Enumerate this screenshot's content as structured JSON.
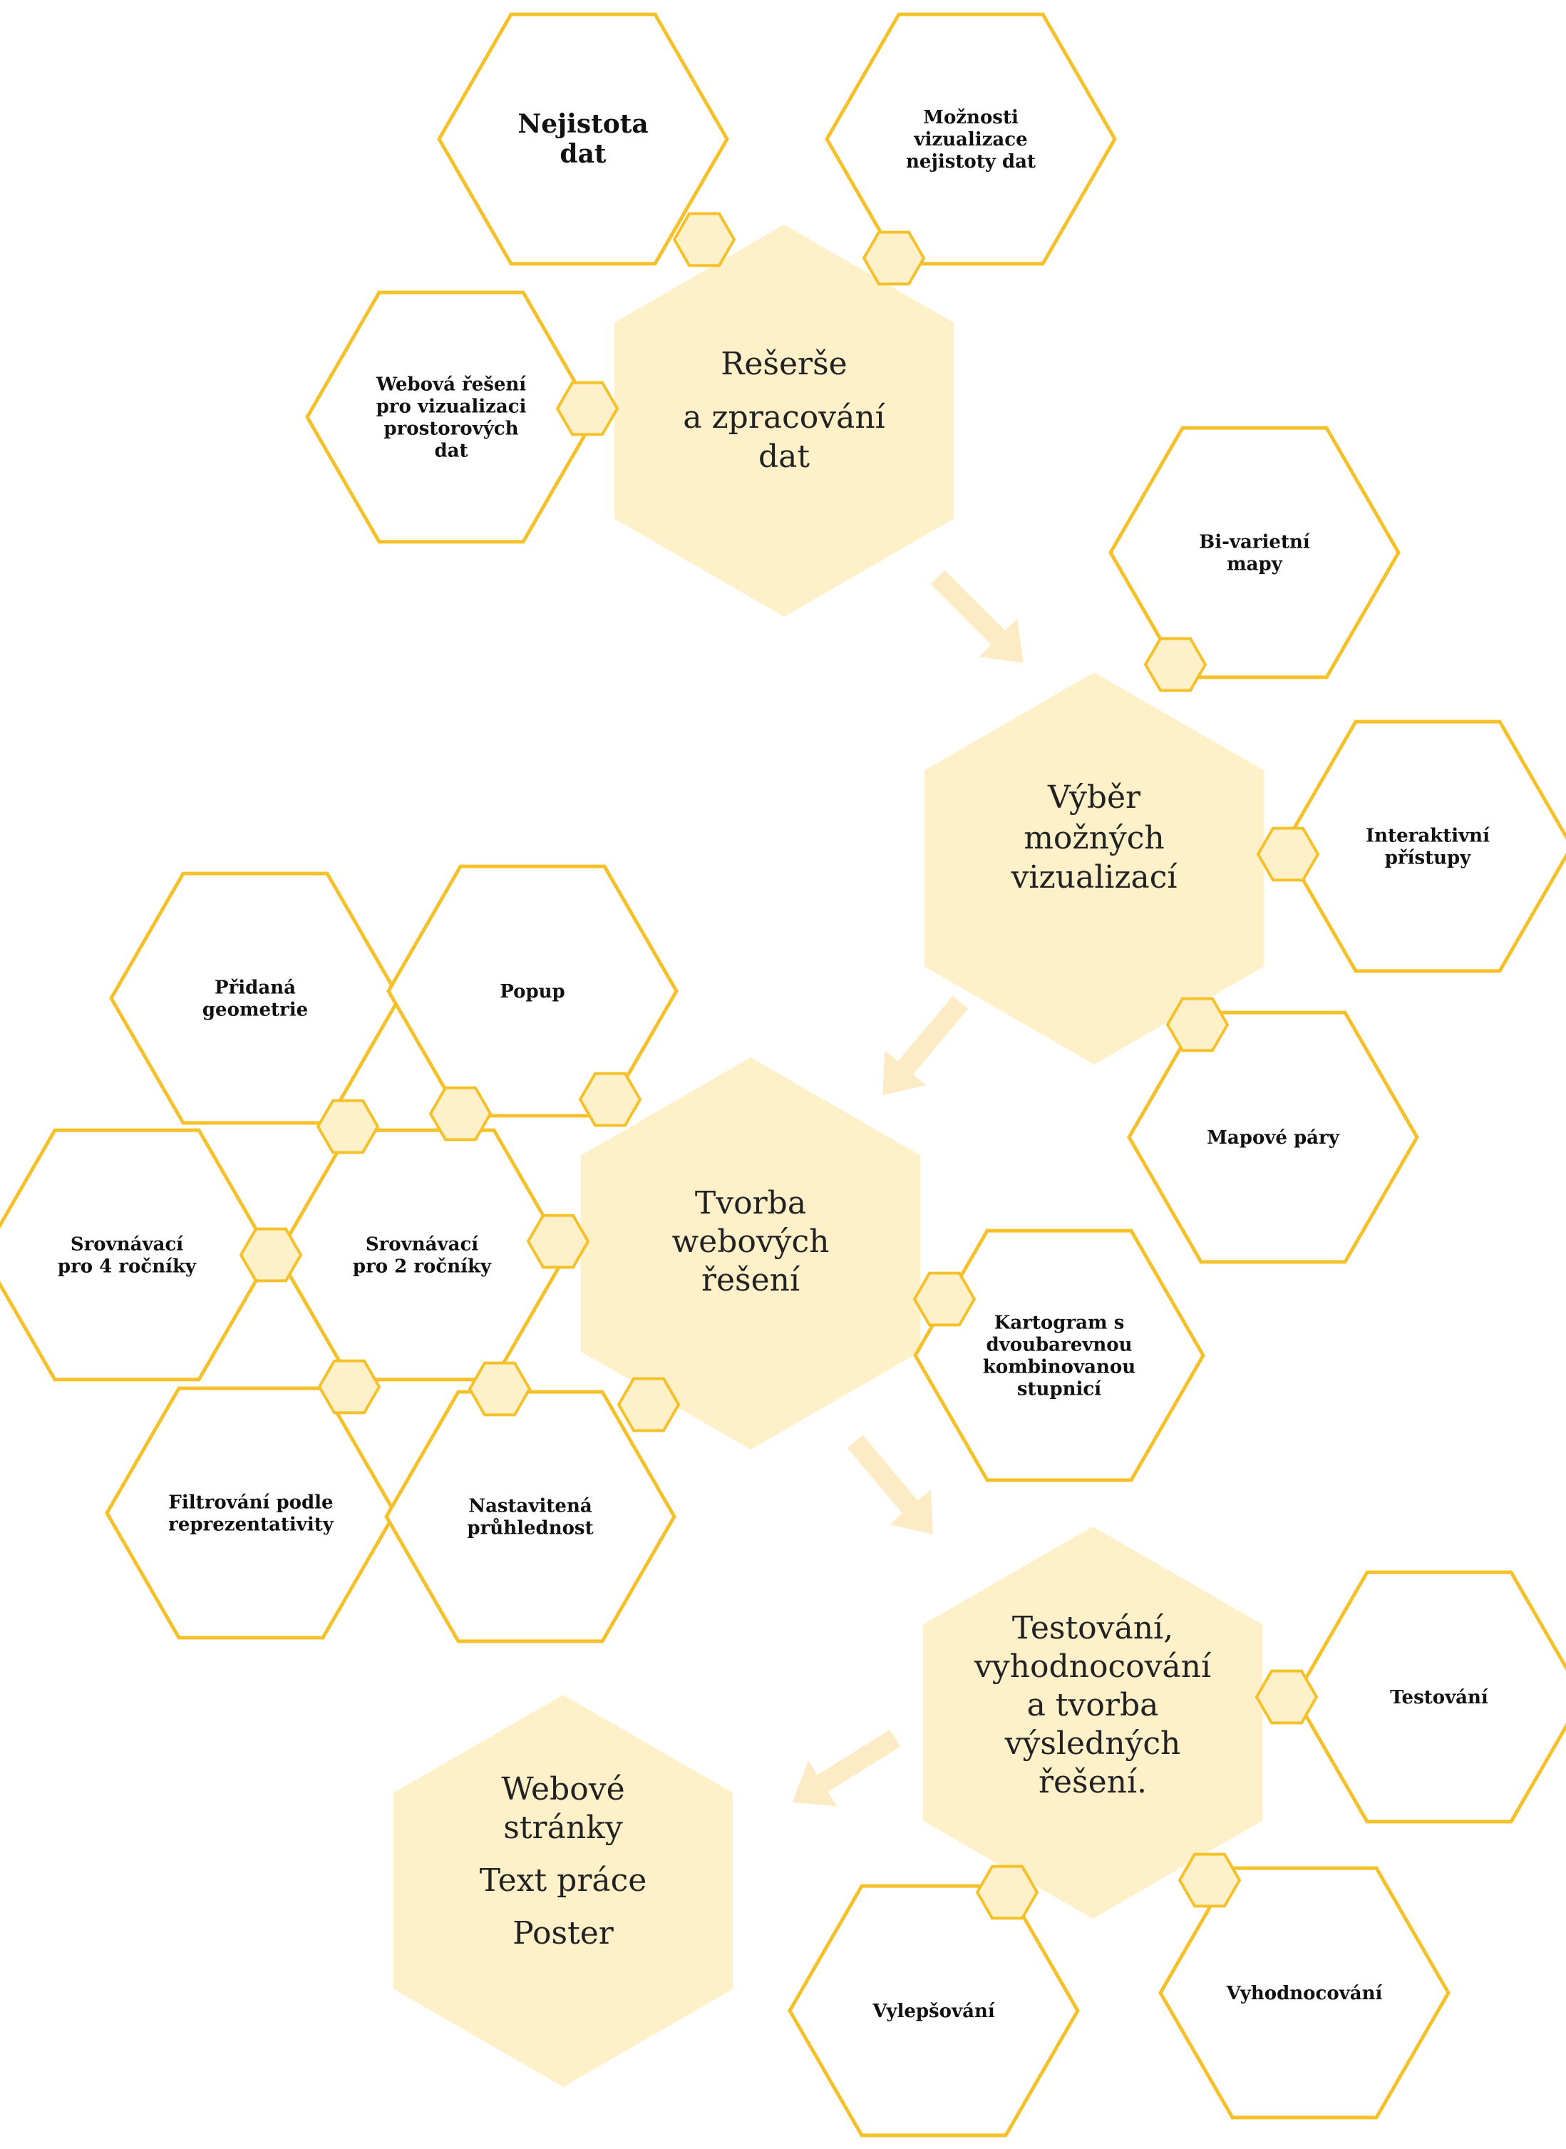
{
  "colors": {
    "outline": "#F5C12A",
    "main_fill": "#FEF0C9",
    "connector_fill": "#FEF0C9",
    "arrow_fill": "#FDEBC5",
    "satellite_fill": "#FFFFFF"
  },
  "main_nodes": [
    {
      "id": "research",
      "lines": [
        "Rešerše",
        "a zpracování",
        "dat"
      ]
    },
    {
      "id": "selection",
      "lines": [
        "Výběr",
        "možných",
        "vizualizací"
      ]
    },
    {
      "id": "creation",
      "lines": [
        "Tvorba",
        "webových",
        "řešení"
      ]
    },
    {
      "id": "testing",
      "lines": [
        "Testování,",
        "vyhodnocování",
        "a tvorba",
        "výsledných",
        "řešení."
      ]
    },
    {
      "id": "outputs",
      "lines": [
        "Webové",
        "stránky",
        "Text práce",
        "Poster"
      ]
    }
  ],
  "satellites": [
    {
      "id": "nejistota",
      "lines": [
        "Nejistota",
        "dat"
      ]
    },
    {
      "id": "moznosti",
      "lines": [
        "Možnosti",
        "vizualizace",
        "nejistoty dat"
      ]
    },
    {
      "id": "webova",
      "lines": [
        "Webová řešení",
        "pro vizualizaci",
        "prostorových",
        "dat"
      ]
    },
    {
      "id": "bivariate",
      "lines": [
        "Bi-varietní",
        "mapy"
      ]
    },
    {
      "id": "interaktivni",
      "lines": [
        "Interaktivní",
        "přístupy"
      ]
    },
    {
      "id": "mapove",
      "lines": [
        "Mapové páry"
      ]
    },
    {
      "id": "pridana",
      "lines": [
        "Přidaná",
        "geometrie"
      ]
    },
    {
      "id": "popup",
      "lines": [
        "Popup"
      ]
    },
    {
      "id": "srovnavaci4",
      "lines": [
        "Srovnávací",
        "pro 4 ročníky"
      ]
    },
    {
      "id": "srovnavaci2",
      "lines": [
        "Srovnávací",
        "pro 2 ročníky"
      ]
    },
    {
      "id": "kartogram",
      "lines": [
        "Kartogram s",
        "dvoubarevnou",
        "kombinovanou",
        "stupnicí"
      ]
    },
    {
      "id": "filtrovani",
      "lines": [
        "Filtrování podle",
        "reprezentativity"
      ]
    },
    {
      "id": "nastavitena",
      "lines": [
        "Nastavitená",
        "průhlednost"
      ]
    },
    {
      "id": "testovani",
      "lines": [
        "Testování"
      ]
    },
    {
      "id": "vylepsovani",
      "lines": [
        "Vylepšování"
      ]
    },
    {
      "id": "vyhodnocovani",
      "lines": [
        "Vyhodnocování"
      ]
    }
  ]
}
